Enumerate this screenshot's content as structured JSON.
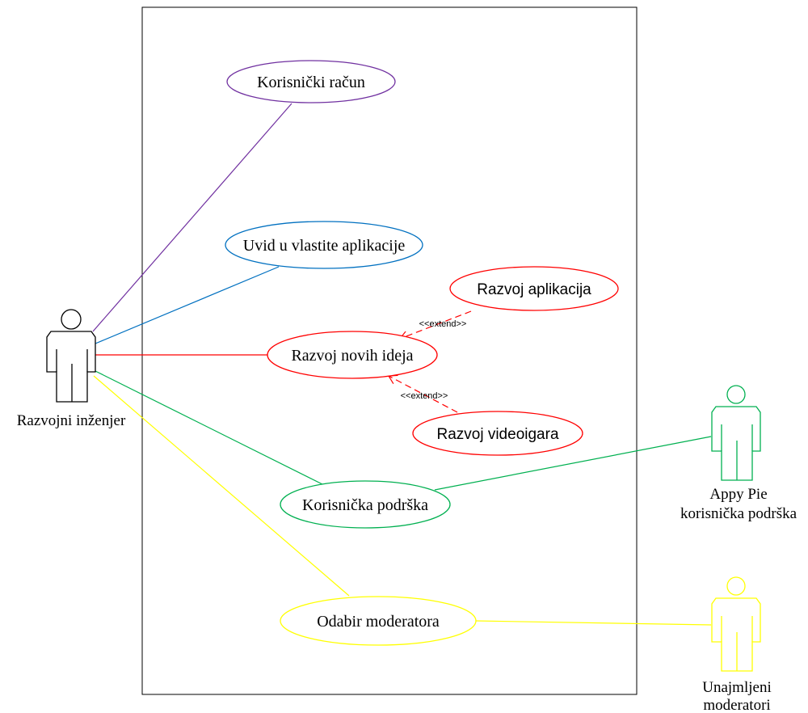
{
  "use_cases": {
    "account": "Korisnički račun",
    "own_apps": "Uvid u vlastite aplikacije",
    "new_ideas": "Razvoj novih ideja",
    "app_dev": "Razvoj aplikacija",
    "game_dev": "Razvoj videoigara",
    "support": "Korisnička podrška",
    "moderators": "Odabir moderatora"
  },
  "actors": {
    "developer": "Razvojni inženjer",
    "appy_support_line1": "Appy Pie",
    "appy_support_line2": "korisnička podrška",
    "moderators_line1": "Unajmljeni",
    "moderators_line2": "moderatori"
  },
  "relations": {
    "extend_apps": "<<extend>>",
    "extend_games": "<<extend>>"
  },
  "colors": {
    "purple": "#7030a0",
    "blue": "#0070c0",
    "red": "#ff0000",
    "green": "#00b050",
    "yellow": "#ffff00",
    "black": "#000000"
  },
  "icons": {
    "actor": "stick-figure-actor-icon"
  }
}
